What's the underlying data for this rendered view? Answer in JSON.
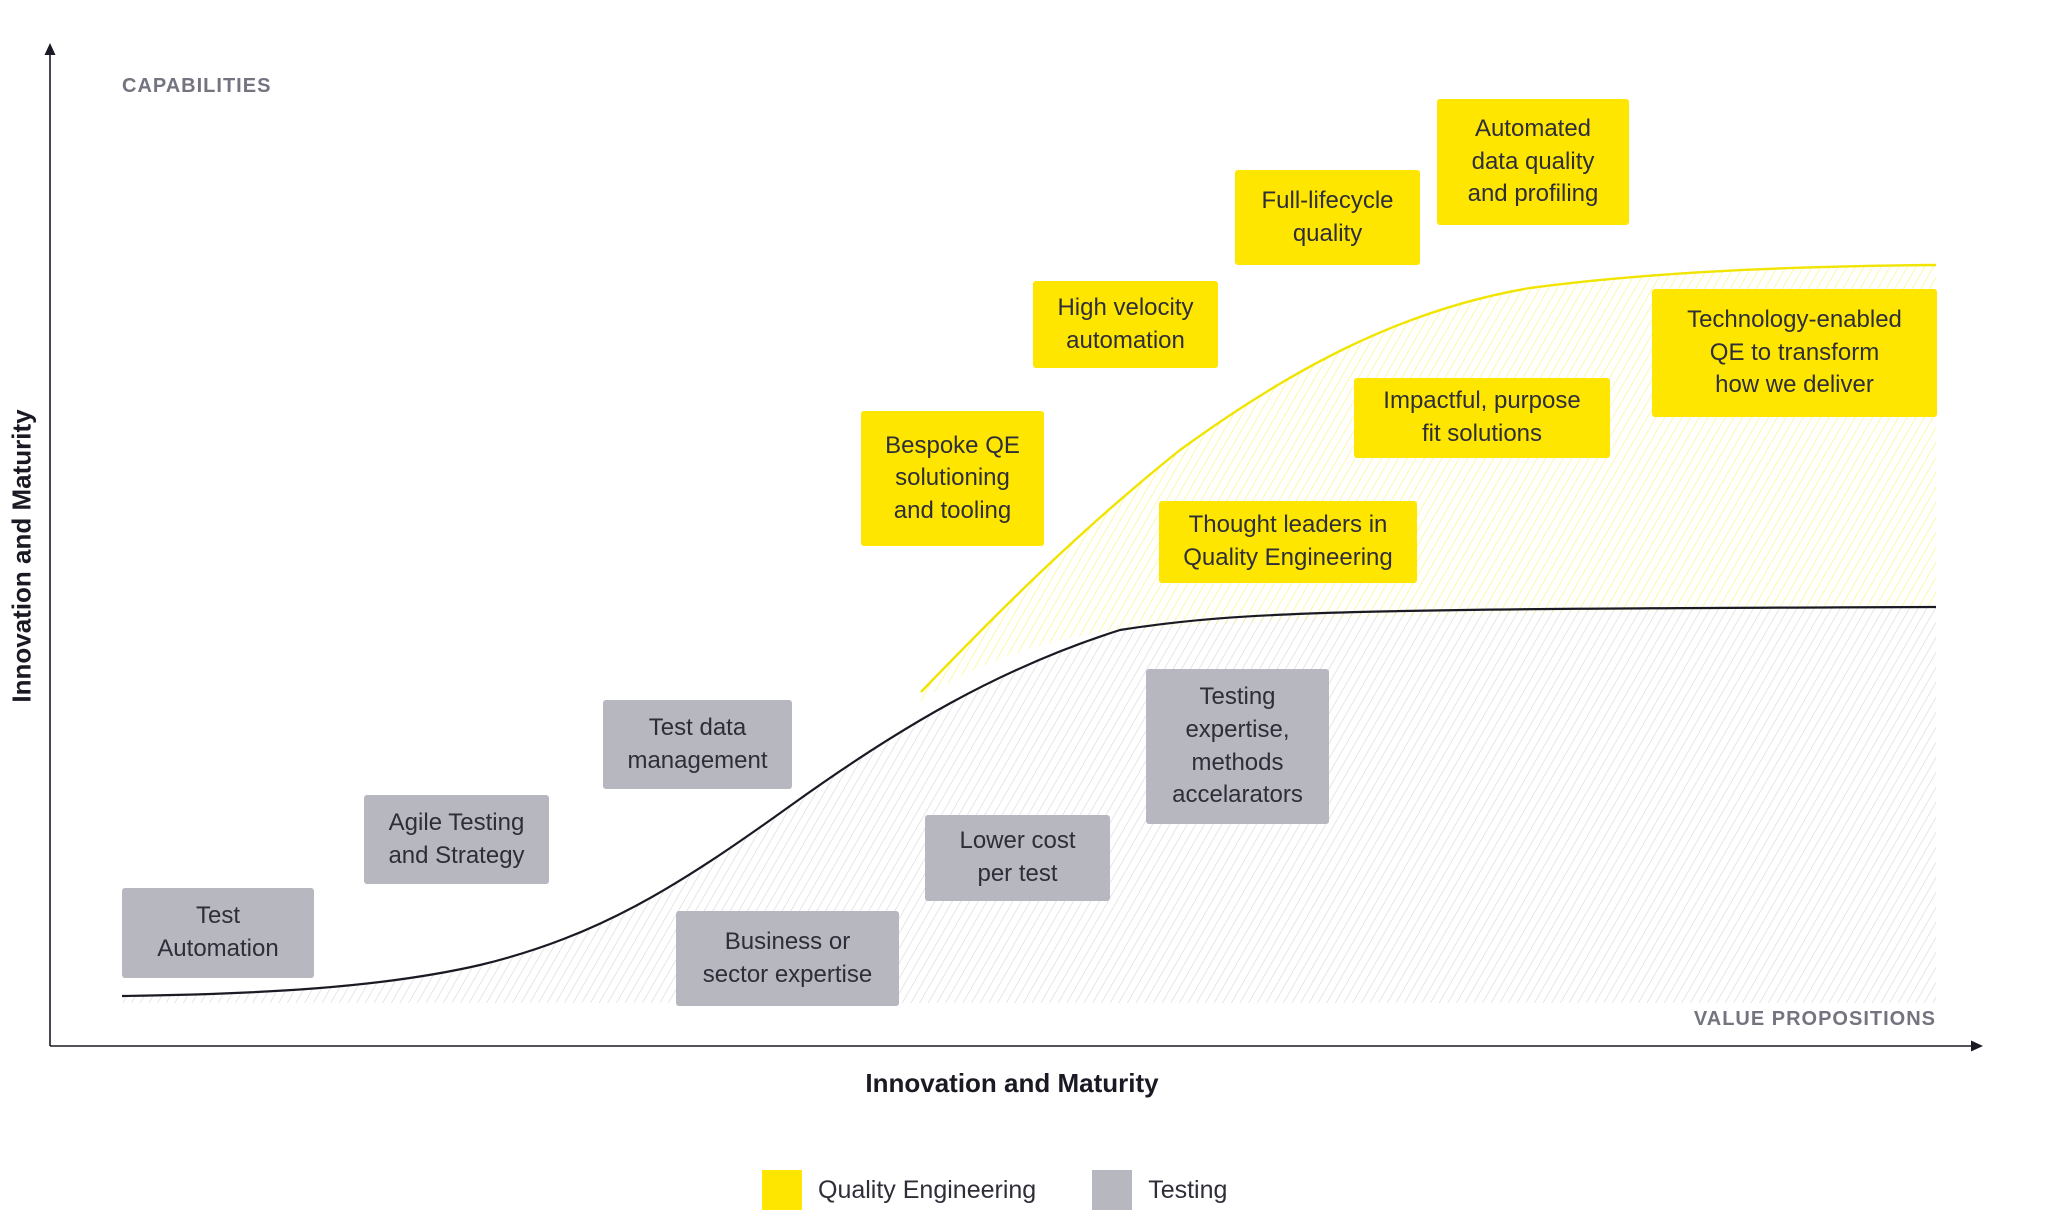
{
  "diagram": {
    "corner_labels": {
      "capabilities": "CAPABILITIES",
      "value_propositions": "VALUE PROPOSITIONS"
    },
    "x_axis_title": "Innovation and Maturity",
    "y_axis_title": "Innovation and Maturity",
    "curves": [
      {
        "name": "Quality Engineering",
        "style": "yellow hatched s-curve, upper"
      },
      {
        "name": "Testing",
        "style": "gray hatched s-curve, lower"
      }
    ]
  },
  "colors": {
    "quality_engineering_yellow": "#ffe600",
    "testing_gray": "#b7b7c0",
    "ink": "#2e2e38",
    "muted_gray": "#747480"
  },
  "testing_labels": [
    "Test\nAutomation",
    "Agile Testing\nand Strategy",
    "Test data\nmanagement",
    "Business or\nsector expertise",
    "Lower cost\nper test",
    "Testing\nexpertise,\nmethods\naccelarators"
  ],
  "qe_labels": [
    "Bespoke QE\nsolutioning\nand tooling",
    "High velocity\nautomation",
    "Full-lifecycle\nquality",
    "Automated\ndata quality\nand profiling",
    "Impactful, purpose\nfit solutions",
    "Thought leaders in\nQuality Engineering",
    "Technology-enabled\nQE to transform\nhow we deliver"
  ],
  "legend": {
    "items": [
      {
        "label": "Quality Engineering",
        "color": "#ffe600"
      },
      {
        "label": "Testing",
        "color": "#b7b7c0"
      }
    ]
  }
}
